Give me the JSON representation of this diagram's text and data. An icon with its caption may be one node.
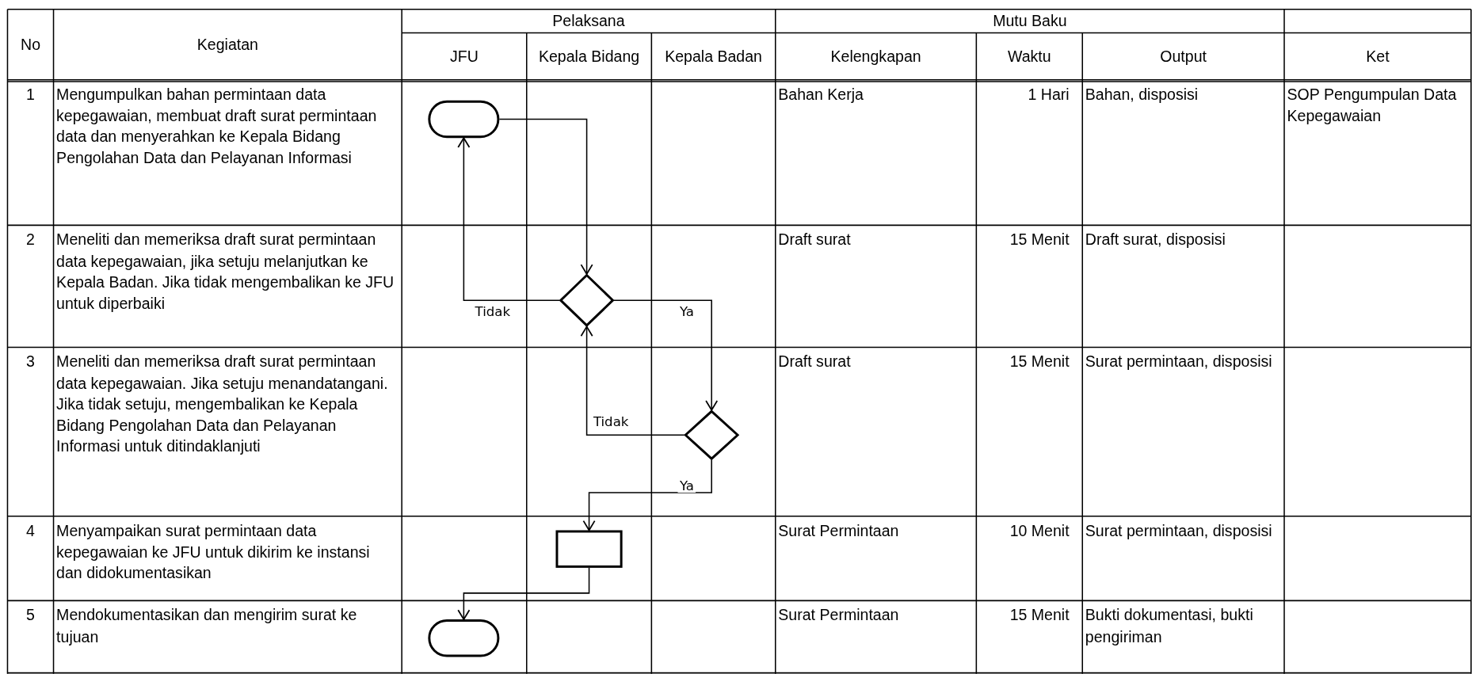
{
  "diagram": {
    "nodes": [
      {
        "text": [],
        "shape": "oval"
      },
      {
        "text": [],
        "shape": "diamond"
      },
      {
        "text": [],
        "shape": "diamond"
      },
      {
        "text": [],
        "shape": "box"
      },
      {
        "text": [],
        "shape": "oval"
      }
    ],
    "edges": [
      {
        "from": 0,
        "to": 1,
        "arrow": "to"
      },
      {
        "from": 1,
        "to": 0,
        "arrow": "to",
        "label": "Tidak"
      },
      {
        "from": 1,
        "to": 2,
        "arrow": "to",
        "label": "Ya"
      },
      {
        "from": 2,
        "to": 1,
        "arrow": "to",
        "label": "Tidak"
      },
      {
        "from": 2,
        "to": 3,
        "arrow": "to",
        "label": "Ya"
      },
      {
        "from": 3,
        "to": 4,
        "arrow": "to"
      }
    ],
    "labels": [
      "No",
      "Kegiatan",
      "Pelaksana",
      "Mutu Baku",
      "JFU",
      "Kepala Bidang",
      "Kepala Badan",
      "Kelengkapan",
      "Waktu",
      "Output",
      "Ket",
      "1",
      "Mengumpulkan bahan permintaan data kepegawaian, membuat draft surat permintaan data dan menyerahkan ke Kepala Bidang Pengolahan Data dan Pelayanan Informasi",
      "Bahan Kerja",
      "1 Hari",
      "Bahan, disposisi",
      "SOP Pengumpulan Data Kepegawaian",
      "2",
      "Meneliti dan memeriksa draft surat permintaan data kepegawaian, jika setuju melanjutkan ke Kepala Badan. Jika tidak mengembalikan ke JFU untuk diperbaiki",
      "Draft surat",
      "15 Menit",
      "Draft surat, disposisi",
      "3",
      "Meneliti dan memeriksa draft surat permintaan data kepegawaian. Jika setuju menandatangani. Jika tidak setuju, mengembalikan ke Kepala Bidang Pengolahan Data dan Pelayanan Informasi untuk ditindaklanjuti",
      "Draft surat",
      "15 Menit",
      "Surat permintaan, disposisi",
      "4",
      "Menyampaikan surat permintaan data kepegawaian ke JFU untuk dikirim ke instansi dan didokumentasikan",
      "Surat Permintaan",
      "10 Menit",
      "Surat permintaan, disposisi",
      "5",
      "Mendokumentasikan dan mengirim surat ke tujuan",
      "Surat Permintaan",
      "15 Menit",
      "Bukti dokumentasi, bukti pengiriman"
    ]
  }
}
